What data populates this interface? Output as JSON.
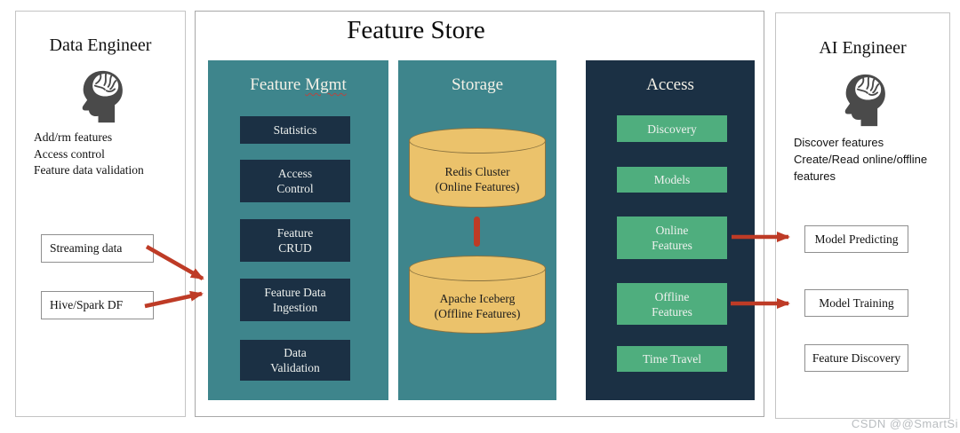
{
  "colors": {
    "teal": "#3E858C",
    "navy": "#1B3044",
    "green": "#4FAE7E",
    "gold": "#EBC26B",
    "gold_stroke": "#8A7340",
    "red": "#BE3B26"
  },
  "watermark": "CSDN @@SmartSi",
  "data_engineer": {
    "title": "Data Engineer",
    "icon": "head-brain-icon",
    "tasks": [
      "Add/rm features",
      "Access control",
      "Feature data validation"
    ],
    "sources": [
      {
        "label": "Streaming data"
      },
      {
        "label": "Hive/Spark DF"
      }
    ]
  },
  "feature_store": {
    "title": "Feature Store",
    "feature_mgmt": {
      "title_words": [
        "Feature",
        "Mgmt"
      ],
      "items": [
        {
          "label": "Statistics"
        },
        {
          "label": "Access\nControl"
        },
        {
          "label": "Feature\nCRUD"
        },
        {
          "label": "Feature Data\nIngestion"
        },
        {
          "label": "Data\nValidation"
        }
      ]
    },
    "storage": {
      "title": "Storage",
      "databases": [
        {
          "label": "Redis Cluster\n(Online Features)"
        },
        {
          "label": "Apache Iceberg\n(Offline Features)"
        }
      ]
    },
    "access": {
      "title": "Access",
      "items": [
        {
          "label": "Discovery"
        },
        {
          "label": "Models"
        },
        {
          "label": "Online\nFeatures"
        },
        {
          "label": "Offline\nFeatures"
        },
        {
          "label": "Time Travel"
        }
      ]
    }
  },
  "ai_engineer": {
    "title": "AI Engineer",
    "icon": "head-brain-icon",
    "tasks": [
      "Discover features",
      "Create/Read online/offline features"
    ],
    "outputs": [
      {
        "label": "Model Predicting"
      },
      {
        "label": "Model Training"
      },
      {
        "label": "Feature Discovery"
      }
    ]
  }
}
